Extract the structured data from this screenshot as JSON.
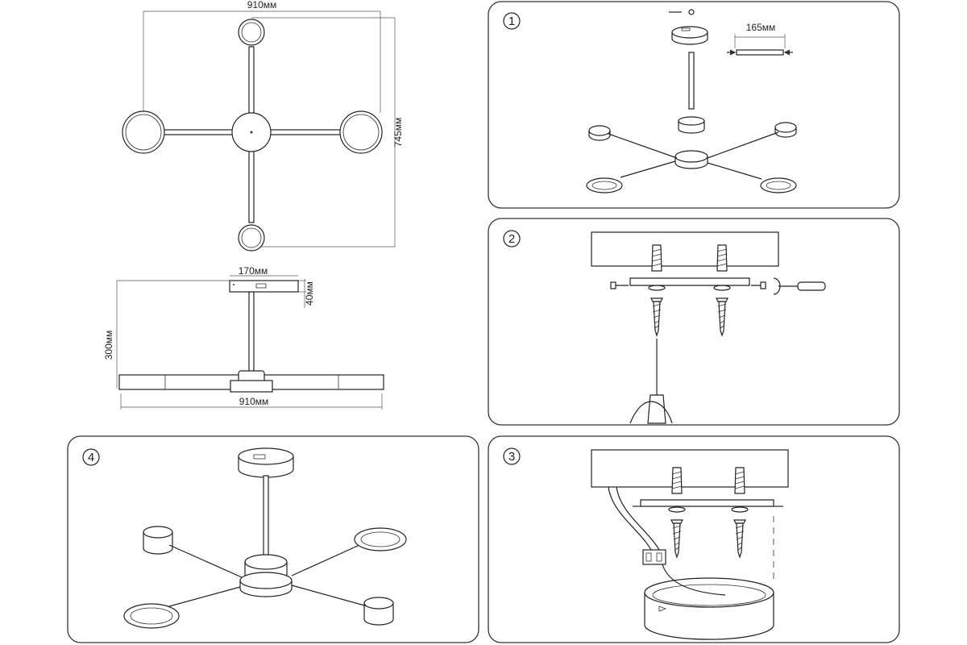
{
  "dimensions": {
    "top_width": "910мм",
    "top_height": "745мм",
    "side_canopy": "170мм",
    "side_canopy_height": "40мм",
    "side_drop": "300мм",
    "side_width": "910мм",
    "step1_bracket": "165мм"
  },
  "steps": [
    {
      "number": "1"
    },
    {
      "number": "2"
    },
    {
      "number": "3"
    },
    {
      "number": "4"
    }
  ]
}
